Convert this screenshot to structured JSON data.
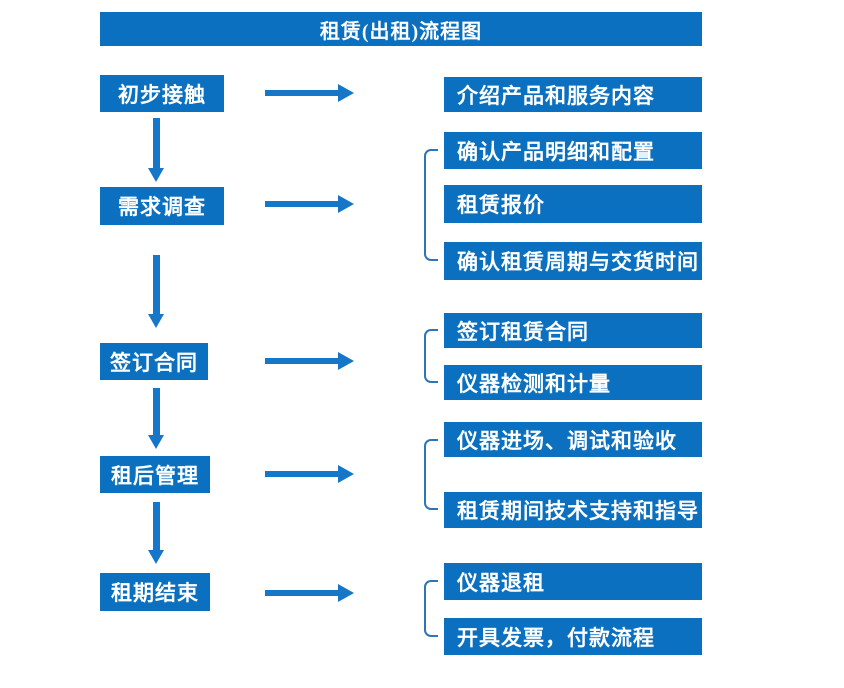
{
  "title": "租赁(出租)流程图",
  "colors": {
    "box_blue": "#0b70bf",
    "arrow_blue": "#1677c9",
    "bracket_blue": "#2e75b6",
    "text": "#ffffff",
    "background": "#ffffff"
  },
  "rows": [
    {
      "stage": "初步接触",
      "items": [
        "介绍产品和服务内容"
      ]
    },
    {
      "stage": "需求调查",
      "items": [
        "确认产品明细和配置",
        "租赁报价",
        "确认租赁周期与交货时间"
      ]
    },
    {
      "stage": "签订合同",
      "items": [
        "签订租赁合同",
        "仪器检测和计量"
      ]
    },
    {
      "stage": "租后管理",
      "items": [
        "仪器进场、调试和验收",
        "租赁期间技术支持和指导"
      ]
    },
    {
      "stage": "租期结束",
      "items": [
        "仪器退租",
        "开具发票，付款流程"
      ]
    }
  ]
}
